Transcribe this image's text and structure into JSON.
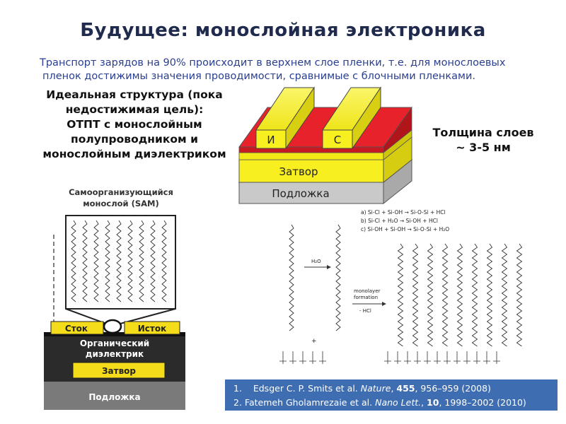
{
  "title": "Будущее: монослойная электроника",
  "intro": {
    "line1": "Транспорт зарядов на 90% происходит в верхнем слое пленки, т.е. для монослоевых",
    "line2": "пленок достижимы значения проводимости, сравнимые с блочными пленками."
  },
  "ideal": {
    "line1": "Идеальная структура (пока",
    "line2": "недостижимая цель):",
    "line3": "ОТПТ с монослойным",
    "line4": "полупроводником и",
    "line5": "монослойным диэлектриком"
  },
  "thickness": {
    "line1": "Толщина слоев",
    "line2": "~ 3-5 нм"
  },
  "device3d": {
    "source_label": "И",
    "drain_label": "С",
    "gate_label": "Затвор",
    "substrate_label": "Подложка"
  },
  "sam": {
    "label1": "Самоорганизующийся",
    "label2": "монослой (SAM)",
    "source_label": "Сток",
    "drain_label": "Исток",
    "dielectric1": "Органический",
    "dielectric2": "диэлектрик",
    "gate_label": "Затвор",
    "substrate_label": "Подложка"
  },
  "reactions": {
    "a": "a) Si-Cl + Si-OH → Si-O-Si + HCl",
    "b": "b) Si-Cl + H₂O → Si-OH + HCl",
    "c": "c) Si-OH + Si-OH → Si-O-Si + H₂O",
    "h2o": "H₂O",
    "monolayer1": "monolayer",
    "monolayer2": "formation",
    "hcl": "- HCl",
    "plus": "+"
  },
  "references": {
    "r1_num": "1.",
    "r1_authors": "Edsger C. P. Smits et al. ",
    "r1_journal": "Nature",
    "r1_sep": ", ",
    "r1_vol": "455",
    "r1_pages": ", 956–959 (2008)",
    "r2_num": "2.",
    "r2_authors": "Fatemeh Gholamrezaie et al. ",
    "r2_journal": "Nano Lett.",
    "r2_sep": ", ",
    "r2_vol": "10",
    "r2_pages": ", 1998–2002 (2010)"
  },
  "colors": {
    "title": "#1f2a4d",
    "intro": "#2a3f8f",
    "yellow": "#f7ef1f",
    "red": "#e8222b",
    "gray": "#cfcfcf",
    "ref_box": "#3f6db1"
  }
}
